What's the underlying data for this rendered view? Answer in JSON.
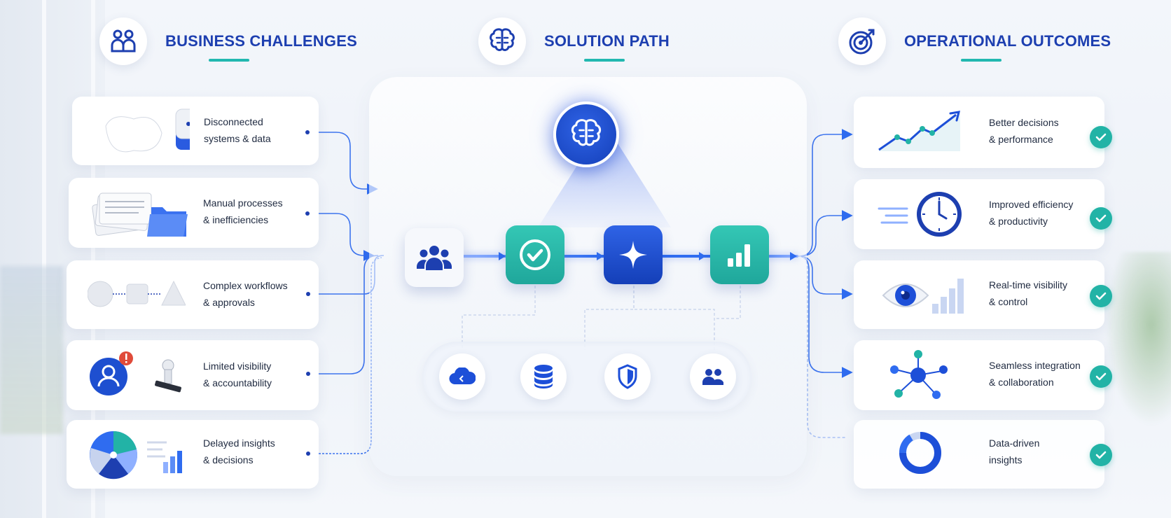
{
  "headers": {
    "challenges": {
      "title": "BUSINESS CHALLENGES",
      "icon": "people-group-icon"
    },
    "solution": {
      "title": "SOLUTION PATH",
      "icon": "brain-icon"
    },
    "outcomes": {
      "title": "OPERATIONAL OUTCOMES",
      "icon": "target-icon"
    }
  },
  "challenges": [
    {
      "line1": "Disconnected",
      "line2": "systems & data",
      "icon": "chat-bubbles-icon"
    },
    {
      "line1": "Manual processes",
      "line2": "& inefficiencies",
      "icon": "papers-folder-icon"
    },
    {
      "line1": "Complex workflows",
      "line2": "& approvals",
      "icon": "shapes-workflow-icon"
    },
    {
      "line1": "Limited visibility",
      "line2": "& accountability",
      "icon": "user-alert-stamp-icon"
    },
    {
      "line1": "Delayed insights",
      "line2": "& decisions",
      "icon": "pie-chart-icon"
    }
  ],
  "solution_flow": [
    {
      "icon": "team-icon"
    },
    {
      "icon": "check-circle-icon"
    },
    {
      "icon": "sparkle-icon"
    },
    {
      "icon": "bar-chart-icon"
    }
  ],
  "solution_core": {
    "icon": "brain-icon"
  },
  "platform_tray": [
    {
      "icon": "cloud-icon"
    },
    {
      "icon": "database-icon"
    },
    {
      "icon": "shield-icon"
    },
    {
      "icon": "people-icon"
    }
  ],
  "outcomes": [
    {
      "line1": "Better decisions",
      "line2": "& performance",
      "icon": "trend-line-icon"
    },
    {
      "line1": "Improved efficiency",
      "line2": "& productivity",
      "icon": "clock-speed-icon"
    },
    {
      "line1": "Real-time visibility",
      "line2": "& control",
      "icon": "eye-bars-icon"
    },
    {
      "line1": "Seamless integration",
      "line2": "& collaboration",
      "icon": "network-nodes-icon"
    },
    {
      "line1": "Data-driven",
      "line2": "insights",
      "icon": "donut-chart-icon"
    }
  ],
  "colors": {
    "primary_blue": "#1d3fb0",
    "accent_teal": "#22b3a6",
    "flow_blue": "#2f6cf0"
  }
}
